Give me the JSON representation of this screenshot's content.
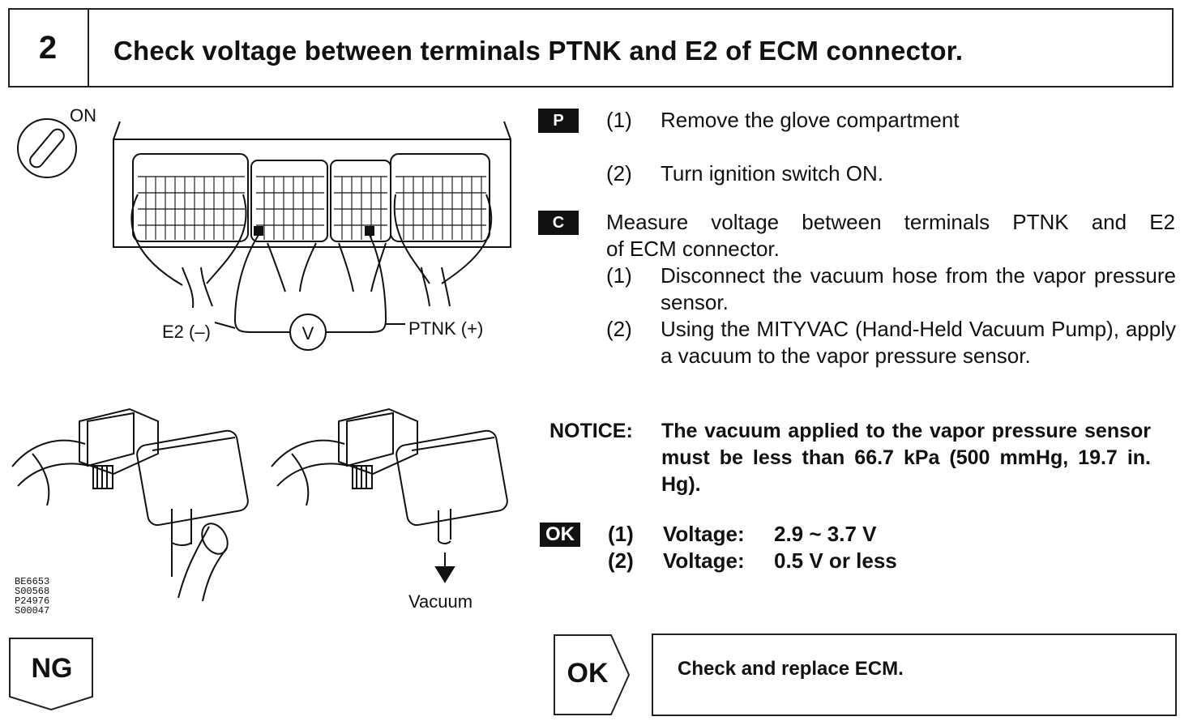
{
  "header": {
    "step_number": "2",
    "title": "Check voltage between terminals PTNK and E2 of ECM connector."
  },
  "figure": {
    "ignition_label": "ON",
    "e2_label": "E2 (–)",
    "ptnk_label": "PTNK (+)",
    "voltmeter_label": "V",
    "vacuum_label": "Vacuum",
    "codes": [
      "BE6653",
      "S00568",
      "P24976",
      "S00047"
    ]
  },
  "instructions": {
    "p_icon": "P",
    "p_steps": [
      {
        "num": "(1)",
        "text": "Remove the glove compartment"
      },
      {
        "num": "(2)",
        "text": "Turn ignition switch ON."
      }
    ],
    "c_icon": "C",
    "c_heading_line1": "Measure voltage between terminals PTNK and E2",
    "c_heading_line2": "of ECM connector.",
    "c_steps": [
      {
        "num": "(1)",
        "text": "Disconnect the vacuum hose from the vapor pressure sensor."
      },
      {
        "num": "(2)",
        "text": "Using the MITYVAC (Hand-Held Vacuum Pump), apply a vacuum to the vapor pressure sensor."
      }
    ],
    "notice_label": "NOTICE:",
    "notice_text": "The vacuum applied to the vapor pressure sensor must be less than 66.7 kPa (500 mmHg, 19.7 in. Hg).",
    "ok_icon": "OK",
    "ok_specs": [
      {
        "num": "(1)",
        "label": "Voltage:",
        "value": "2.9 ~ 3.7 V"
      },
      {
        "num": "(2)",
        "label": "Voltage:",
        "value": "0.5 V or less"
      }
    ]
  },
  "results": {
    "ng_label": "NG",
    "ok_label": "OK",
    "ok_action": "Check and replace ECM."
  }
}
